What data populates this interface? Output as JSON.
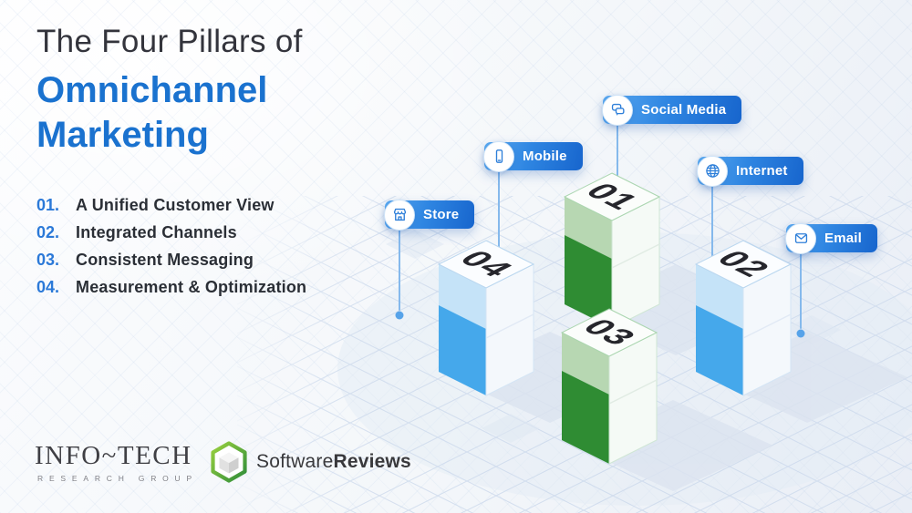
{
  "title": {
    "prefix": "The Four Pillars of",
    "highlight_line1": "Omnichannel",
    "highlight_line2": "Marketing"
  },
  "pillar_list": {
    "items": [
      {
        "num": "01.",
        "label": "A Unified Customer View"
      },
      {
        "num": "02.",
        "label": "Integrated Channels"
      },
      {
        "num": "03.",
        "label": "Consistent Messaging"
      },
      {
        "num": "04.",
        "label": "Measurement & Optimization"
      }
    ]
  },
  "diagram": {
    "channels": [
      {
        "label": "Store",
        "icon": "storefront-icon"
      },
      {
        "label": "Mobile",
        "icon": "smartphone-icon"
      },
      {
        "label": "Social Media",
        "icon": "chat-bubbles-icon"
      },
      {
        "label": "Internet",
        "icon": "globe-icon"
      },
      {
        "label": "Email",
        "icon": "envelope-icon"
      }
    ],
    "pillars": [
      {
        "number": "01",
        "theme": "green"
      },
      {
        "number": "02",
        "theme": "blue"
      },
      {
        "number": "03",
        "theme": "green"
      },
      {
        "number": "04",
        "theme": "blue"
      }
    ]
  },
  "footer": {
    "infotech_name": "INFO~TECH",
    "infotech_sub": "RESEARCH GROUP",
    "software": "Software",
    "reviews": "Reviews"
  },
  "colors": {
    "title_blue": "#1a72cf",
    "dark_text": "#33343c",
    "pill_gradient_start": "#5aa9f0",
    "pill_gradient_end": "#1765cd",
    "icon_blue": "#2e7fd9",
    "connector_blue": "#85b9ec",
    "green_dark": "#2f8c33",
    "green_light": "#b7d7b2",
    "blue_bright": "#45a8eb",
    "blue_light": "#c5e3f8",
    "shadow_tile": "#dce4f0",
    "logo_green": "#7dc242"
  }
}
